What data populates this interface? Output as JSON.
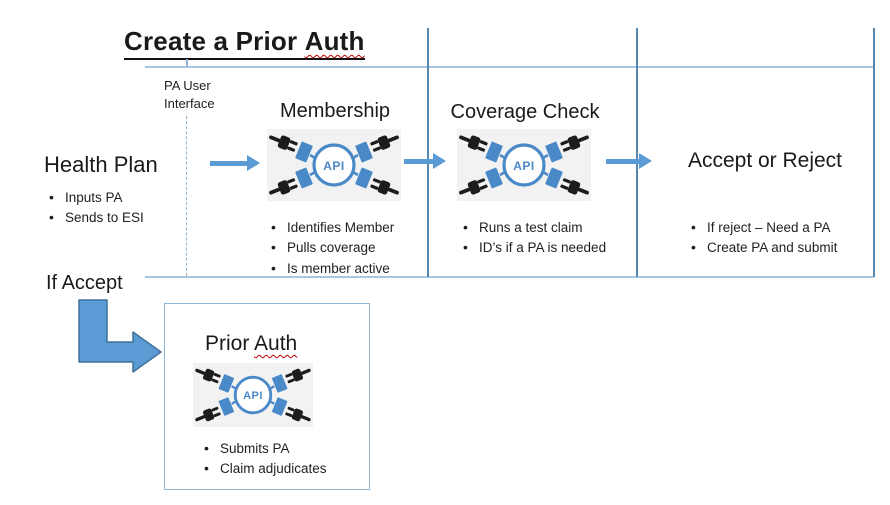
{
  "title": {
    "part_main": "Create a Prior",
    "part_flagged": "Auth"
  },
  "lane": {
    "label": "PA User Interface"
  },
  "health_plan": {
    "heading": "Health Plan",
    "bullets": [
      "Inputs PA",
      "Sends to ESI"
    ]
  },
  "columns": {
    "membership": {
      "heading": "Membership",
      "bullets": [
        "Identifies Member",
        "Pulls coverage",
        "Is member active"
      ]
    },
    "coverage_check": {
      "heading": "Coverage Check",
      "bullets": [
        "Runs a test claim",
        "ID’s if a PA is needed"
      ]
    },
    "accept_reject": {
      "heading": "Accept or Reject",
      "bullets": [
        "If reject – Need a PA",
        "Create PA and submit"
      ]
    }
  },
  "branch": {
    "label": "If Accept"
  },
  "prior_auth": {
    "heading_main": "Prior",
    "heading_flagged": "Auth",
    "bullets": [
      "Submits PA",
      "Claim adjudicates"
    ]
  },
  "api_icon": {
    "label": "API"
  },
  "colors": {
    "accent_blue": "#5B9BD5",
    "arrow_outline_blue": "#41719C",
    "grid_line_blue": "#5586AE",
    "light_line_blue": "#A9C6DE",
    "dashed_line_blue": "#8FB4D4",
    "icon_blue": "#4A89C8",
    "plug_black": "#1C1C1C",
    "icon_background": "#F2F2F2",
    "spellcheck_red": "#C00000",
    "text_black": "#1A1A1A"
  }
}
